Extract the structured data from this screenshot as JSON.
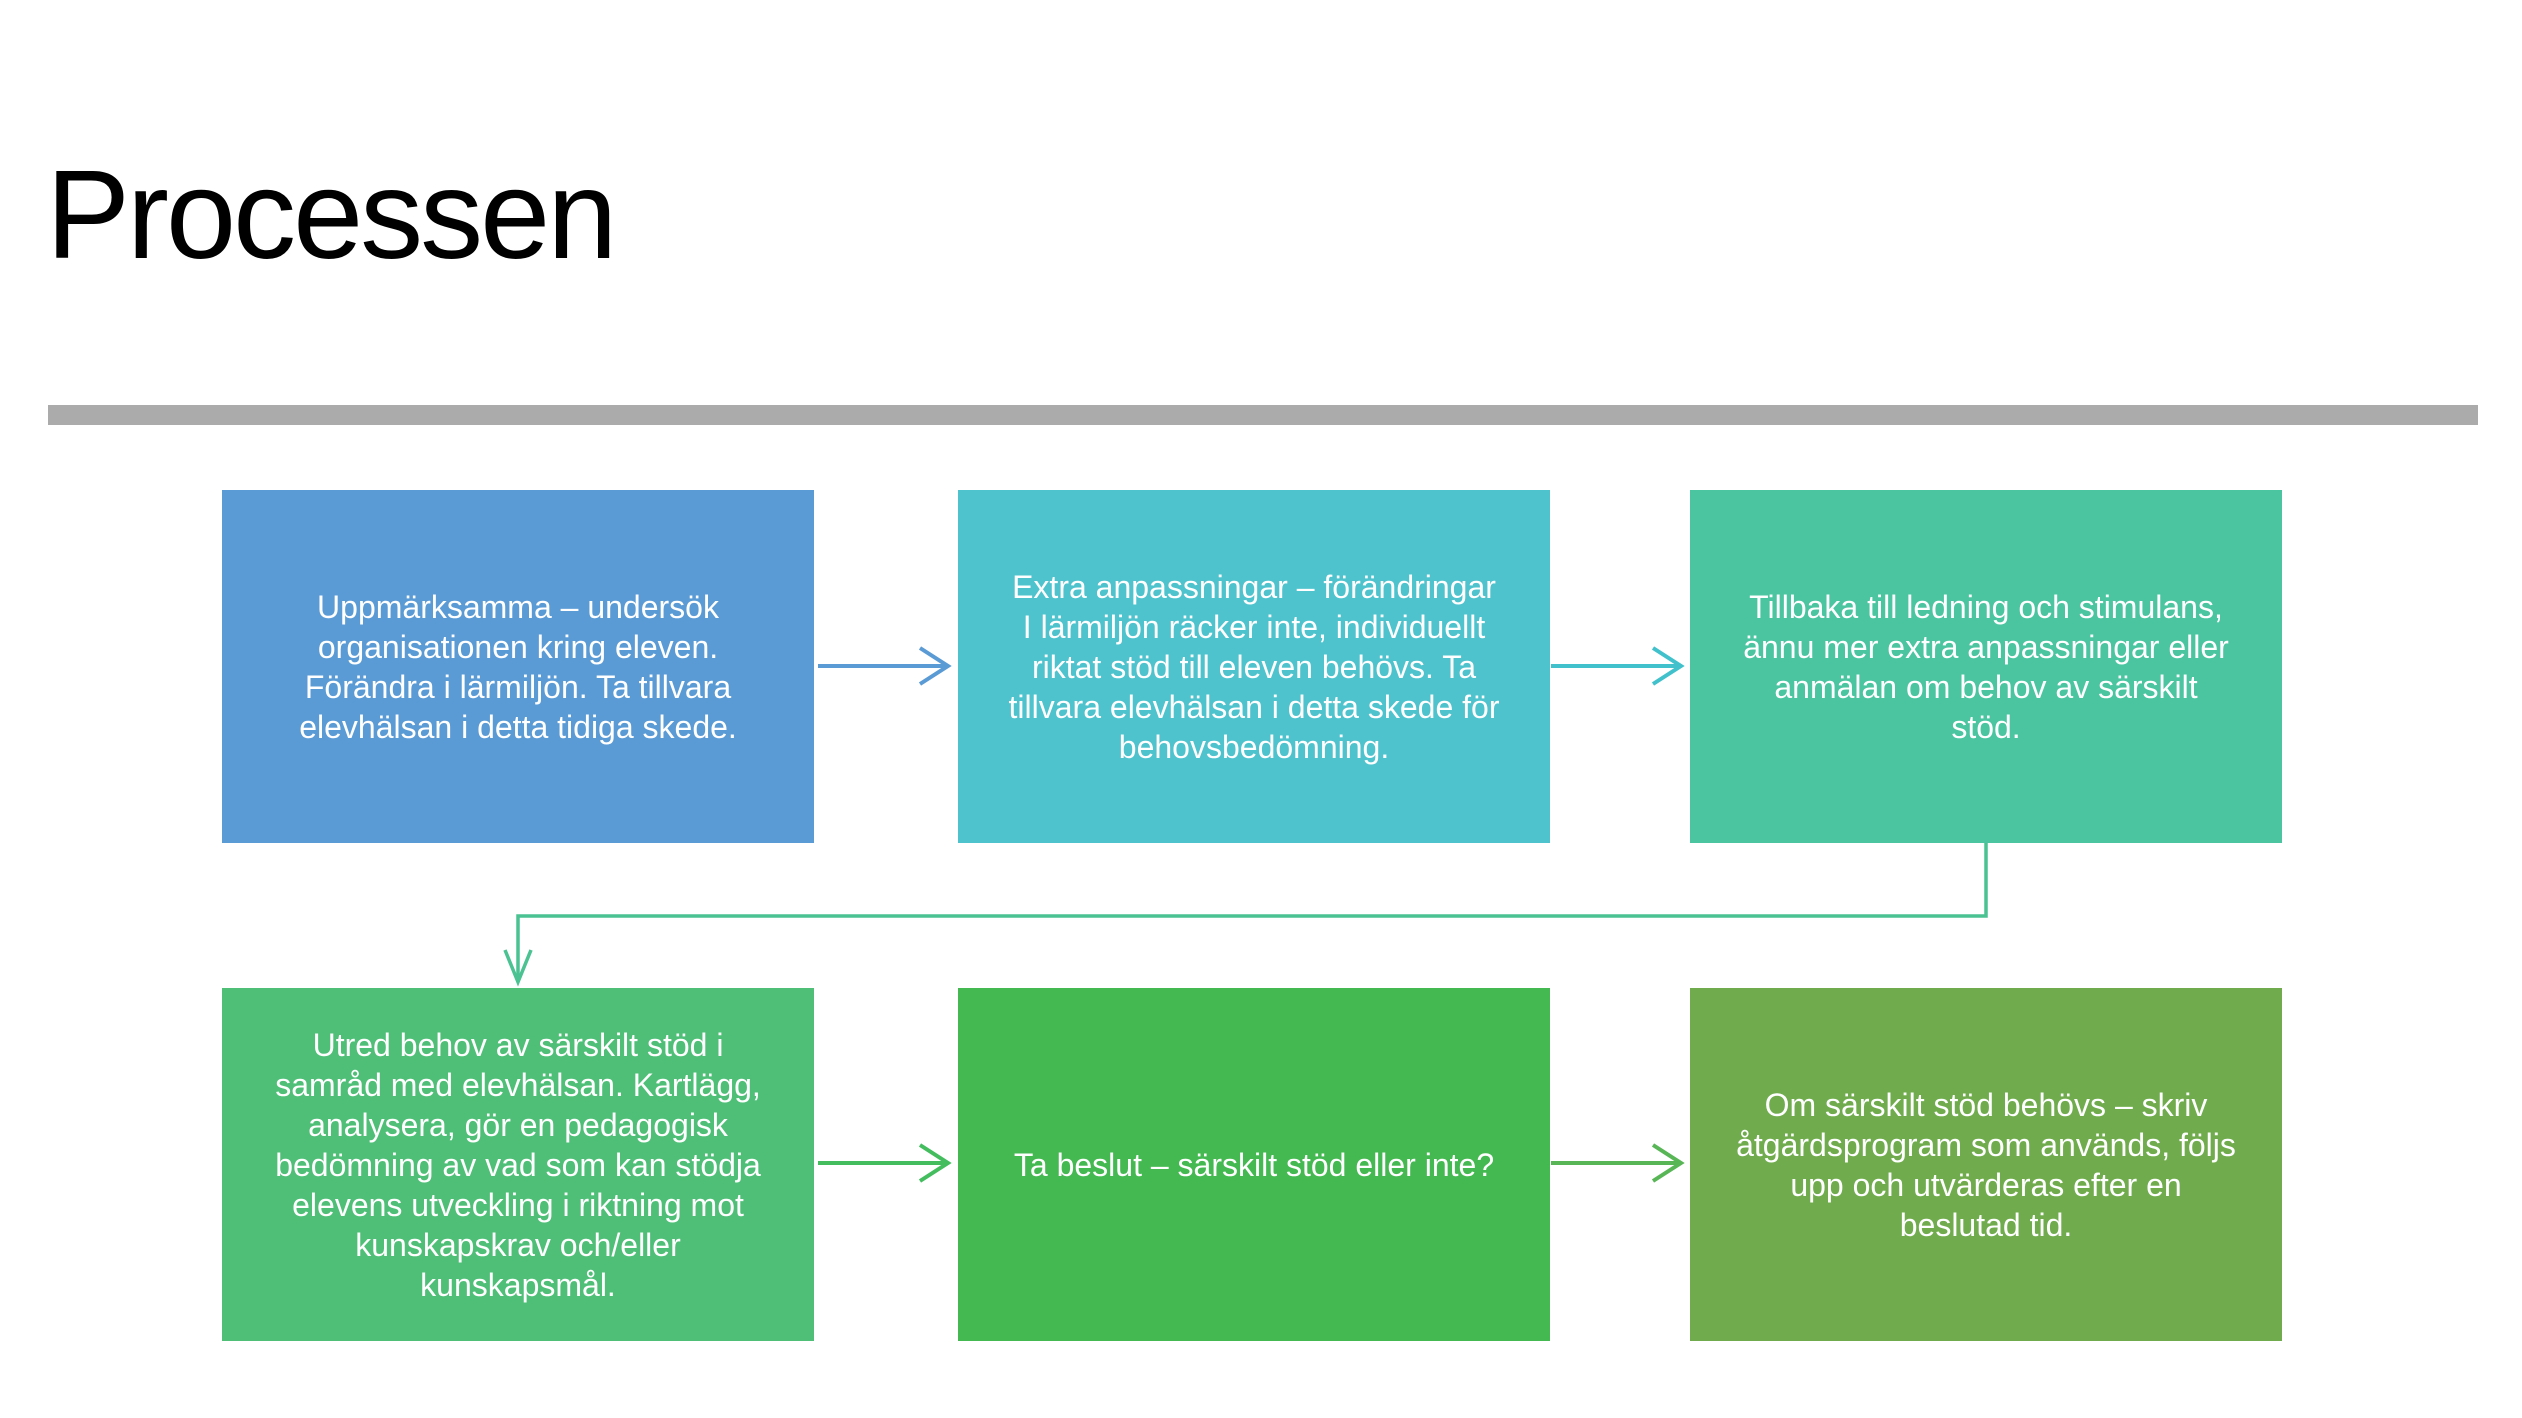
{
  "slide": {
    "title": "Processen",
    "background_color": "#FFFFFF",
    "divider_color": "#ABABAB",
    "text_color": "#FFFFFF"
  },
  "flowchart": {
    "boxes": [
      {
        "id": "step-1",
        "text": "Uppmärksamma – undersök organisationen kring eleven. Förändra i lärmiljön. Ta tillvara elevhälsan i detta tidiga skede.",
        "color": "#5B9BD5"
      },
      {
        "id": "step-2",
        "text": "Extra anpassningar – förändringar I lärmiljön räcker inte, individuellt riktat stöd till eleven behövs. Ta tillvara elevhälsan i detta skede för behovsbedömning.",
        "color": "#4EC3CD"
      },
      {
        "id": "step-3",
        "text": "Tillbaka till ledning och stimulans, ännu mer extra anpassningar eller anmälan om behov av särskilt stöd.",
        "color": "#4AC5A0"
      },
      {
        "id": "step-4",
        "text": "Utred behov av särskilt stöd i samråd med elevhälsan. Kartlägg, analysera, gör en pedagogisk bedömning av vad som kan stödja elevens utveckling i riktning mot kunskapskrav och/eller kunskapsmål.",
        "color": "#4FBF78"
      },
      {
        "id": "step-5",
        "text": "Ta beslut – särskilt stöd eller inte?",
        "color": "#45B951"
      },
      {
        "id": "step-6",
        "text": "Om särskilt stöd behövs – skriv åtgärdsprogram som används, följs upp och utvärderas efter en beslutad tid.",
        "color": "#70AC4D"
      }
    ],
    "arrows": [
      {
        "from": "step-1",
        "to": "step-2",
        "shape": "straight",
        "color": "#5B9BD5"
      },
      {
        "from": "step-2",
        "to": "step-3",
        "shape": "straight",
        "color": "#40C1CB"
      },
      {
        "from": "step-3",
        "to": "step-4",
        "shape": "elbow",
        "color": "#4AC292"
      },
      {
        "from": "step-4",
        "to": "step-5",
        "shape": "straight",
        "color": "#44BD5F"
      },
      {
        "from": "step-5",
        "to": "step-6",
        "shape": "straight",
        "color": "#58B656"
      }
    ]
  }
}
